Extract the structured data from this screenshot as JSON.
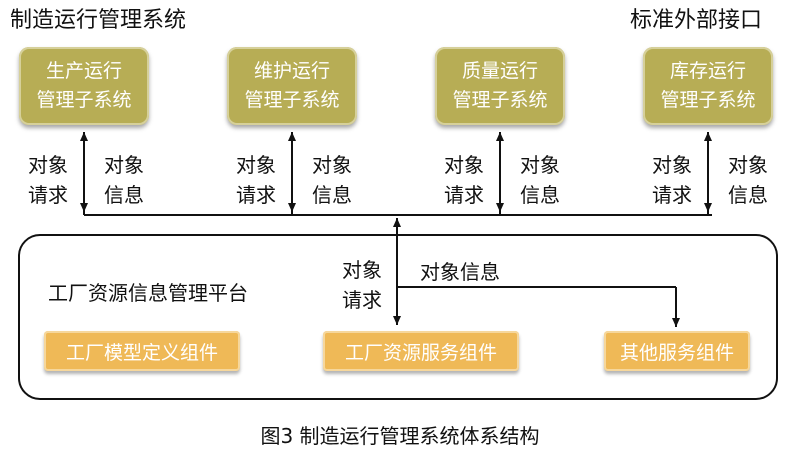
{
  "header": {
    "left_title": "制造运行管理系统",
    "right_title": "标准外部接口"
  },
  "subsystems": [
    {
      "line1": "生产运行",
      "line2": "管理子系统"
    },
    {
      "line1": "维护运行",
      "line2": "管理子系统"
    },
    {
      "line1": "质量运行",
      "line2": "管理子系统"
    },
    {
      "line1": "库存运行",
      "line2": "管理子系统"
    }
  ],
  "arrow_labels": {
    "request_1": "对象",
    "request_2": "请求",
    "info_1": "对象",
    "info_2": "信息",
    "info_full": "对象信息"
  },
  "platform": {
    "title": "工厂资源信息管理平台",
    "components": [
      "工厂模型定义组件",
      "工厂资源服务组件",
      "其他服务组件"
    ]
  },
  "caption": "图3 制造运行管理系统体系结构",
  "colors": {
    "subsystem": "#b7ad55",
    "component": "#efb957"
  }
}
